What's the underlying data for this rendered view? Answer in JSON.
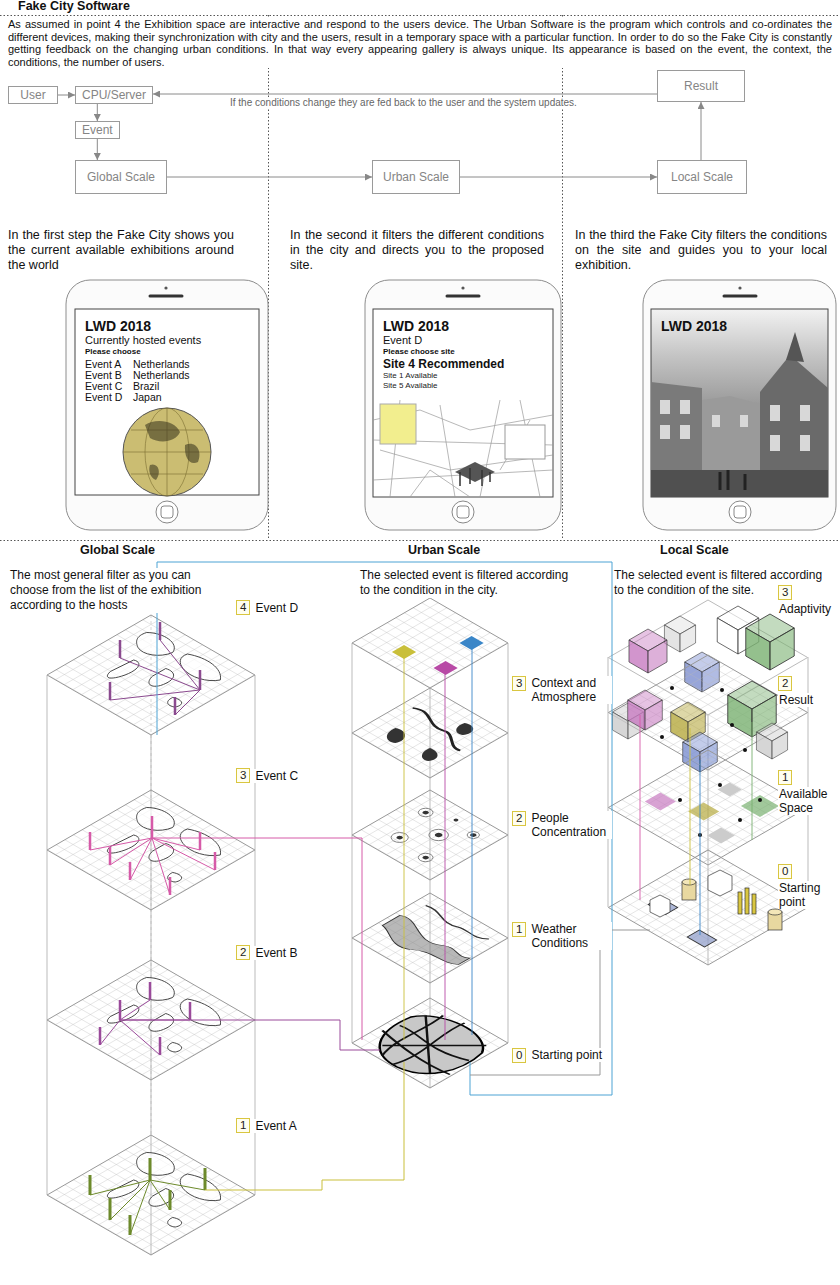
{
  "diagram": {
    "title": "Fake City Software",
    "nodes": [
      {
        "text": [
          "User"
        ]
      },
      {
        "text": [
          "CPU/Server"
        ]
      },
      {
        "text": [
          "Event"
        ]
      },
      {
        "text": [
          "Global Scale"
        ]
      },
      {
        "text": [
          "Urban Scale"
        ]
      },
      {
        "text": [
          "Local Scale"
        ]
      },
      {
        "text": [
          "Result"
        ]
      },
      {
        "text": [
          "LWD 2018",
          "Currently hosted events",
          "Please choose",
          "Event A",
          "Netherlands",
          "Event B",
          "Netherlands",
          "Event C",
          "Brazil",
          "Event D",
          "Japan"
        ]
      },
      {
        "text": [
          "LWD 2018",
          "Event D",
          "Please choose site",
          "Site 4 Recommended",
          "Site 1 Available",
          "Site 5 Available"
        ]
      },
      {
        "text": [
          "LWD 2018"
        ]
      },
      {
        "text": [
          "4",
          "Event D"
        ]
      },
      {
        "text": [
          "3",
          "Event C"
        ]
      },
      {
        "text": [
          "2",
          "Event B"
        ]
      },
      {
        "text": [
          "1",
          "Event A"
        ]
      },
      {
        "text": [
          "3",
          "Context and Atmosphere"
        ]
      },
      {
        "text": [
          "2",
          "People Concentration"
        ]
      },
      {
        "text": [
          "1",
          "Weather Conditions"
        ]
      },
      {
        "text": [
          "0",
          "Starting point"
        ]
      },
      {
        "text": [
          "3",
          "Adaptivity"
        ]
      },
      {
        "text": [
          "2",
          "Result"
        ]
      },
      {
        "text": [
          "1",
          "Available Space"
        ]
      },
      {
        "text": [
          "0",
          "Starting point"
        ]
      }
    ],
    "edges": [
      {
        "from": 0,
        "to": 1,
        "arrow": "to"
      },
      {
        "from": 1,
        "to": 2,
        "arrow": "to"
      },
      {
        "from": 2,
        "to": 3,
        "arrow": "to"
      },
      {
        "from": 3,
        "to": 4,
        "arrow": "to"
      },
      {
        "from": 4,
        "to": 5,
        "arrow": "to"
      },
      {
        "from": 5,
        "to": 6,
        "arrow": "to"
      },
      {
        "from": 6,
        "to": 1,
        "arrow": "to",
        "label": "If the conditions change they are fed back to the user and the system updates."
      }
    ],
    "labels": [
      "As assumed in point 4 the Exhibition space are interactive and respond to the users device. The Urban Software is the program which controls and co-ordinates the different devices, making their synchronization with city and the users, result in a temporary space with a particular function. In order to do so the Fake City is constantly getting feedback on the changing urban conditions. In that way every appearing gallery is always unique. Its appearance is based on the event, the context, the conditions, the number of users.",
      "In the first step the Fake City shows you the current available exhibitions around the world",
      "In the second it filters the different conditions in the city and directs you to the proposed site.",
      "In the third the Fake City filters the conditions on the site and guides you to your local exhibition.",
      "Global Scale",
      "Urban Scale",
      "Local Scale",
      "The most general filter as you can choose from the list of the exhibition according to the hosts",
      "The selected event is filtered according to the condition in the city.",
      "The selected event is filtered according to the condition of the site."
    ]
  }
}
